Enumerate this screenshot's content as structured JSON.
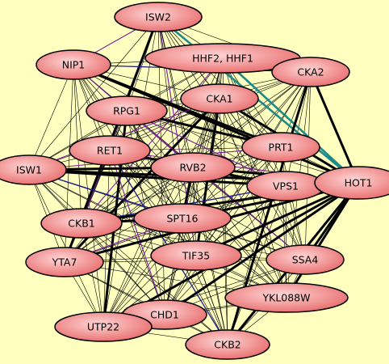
{
  "graph": {
    "background_color": "#ffffc0",
    "node_fill_center": "#ffcccc",
    "node_fill_edge": "#e86a6a",
    "edge_colors": {
      "default": "#000000",
      "purple": "#7a1a9a",
      "blue": "#1a1a8a",
      "teal": "#1a8a8a"
    },
    "nodes": [
      {
        "id": "ISW2",
        "label": "ISW2"
      },
      {
        "id": "HHF",
        "label": "HHF2, HHF1"
      },
      {
        "id": "NIP1",
        "label": "NIP1"
      },
      {
        "id": "CKA2",
        "label": "CKA2"
      },
      {
        "id": "CKA1",
        "label": "CKA1"
      },
      {
        "id": "RPG1",
        "label": "RPG1"
      },
      {
        "id": "PRT1",
        "label": "PRT1"
      },
      {
        "id": "RET1",
        "label": "RET1"
      },
      {
        "id": "RVB2",
        "label": "RVB2"
      },
      {
        "id": "ISW1",
        "label": "ISW1"
      },
      {
        "id": "VPS1",
        "label": "VPS1"
      },
      {
        "id": "HOT1",
        "label": "HOT1"
      },
      {
        "id": "SPT16",
        "label": "SPT16"
      },
      {
        "id": "CKB1",
        "label": "CKB1"
      },
      {
        "id": "TIF35",
        "label": "TIF35"
      },
      {
        "id": "SSA4",
        "label": "SSA4"
      },
      {
        "id": "YTA7",
        "label": "YTA7"
      },
      {
        "id": "YKL088W",
        "label": "YKL088W"
      },
      {
        "id": "CHD1",
        "label": "CHD1"
      },
      {
        "id": "UTP22",
        "label": "UTP22"
      },
      {
        "id": "CKB2",
        "label": "CKB2"
      }
    ],
    "thick_edges": [
      [
        "HOT1",
        "CKA2"
      ],
      [
        "HOT1",
        "CKA1"
      ],
      [
        "HOT1",
        "RVB2"
      ],
      [
        "HOT1",
        "RET1"
      ],
      [
        "HOT1",
        "ISW1"
      ],
      [
        "HOT1",
        "SPT16"
      ],
      [
        "HOT1",
        "CKB1"
      ],
      [
        "HOT1",
        "TIF35"
      ],
      [
        "HOT1",
        "YTA7"
      ],
      [
        "HOT1",
        "CHD1"
      ],
      [
        "HOT1",
        "UTP22"
      ],
      [
        "HOT1",
        "CKB2"
      ],
      [
        "HOT1",
        "SSA4"
      ],
      [
        "HOT1",
        "YKL088W"
      ],
      [
        "HOT1",
        "NIP1"
      ],
      [
        "HOT1",
        "VPS1"
      ],
      [
        "ISW1",
        "RVB2"
      ],
      [
        "ISW1",
        "VPS1"
      ],
      [
        "NIP1",
        "PRT1"
      ],
      [
        "RPG1",
        "PRT1"
      ],
      [
        "RET1",
        "VPS1"
      ],
      [
        "CKB1",
        "SPT16"
      ],
      [
        "SPT16",
        "RVB2"
      ],
      [
        "CKA2",
        "CKB2"
      ],
      [
        "ISW2",
        "YTA7"
      ],
      [
        "RPG1",
        "UTP22"
      ],
      [
        "CKA1",
        "TIF35"
      ],
      [
        "YTA7",
        "CKA1"
      ]
    ],
    "purple_edges": [
      [
        "ISW2",
        "NIP1"
      ],
      [
        "ISW2",
        "CKB1"
      ],
      [
        "NIP1",
        "RVB2"
      ],
      [
        "ISW1",
        "CKA1"
      ],
      [
        "RPG1",
        "VPS1"
      ],
      [
        "RET1",
        "HOT1"
      ],
      [
        "CKB1",
        "HHF"
      ],
      [
        "TIF35",
        "ISW2"
      ],
      [
        "SSA4",
        "RPG1"
      ],
      [
        "CHD1",
        "RET1"
      ],
      [
        "PRT1",
        "ISW1"
      ],
      [
        "YTA7",
        "SPT16"
      ]
    ],
    "blue_edges": [
      [
        "NIP1",
        "CKA2"
      ],
      [
        "ISW1",
        "SPT16"
      ],
      [
        "CKB1",
        "VPS1"
      ],
      [
        "RET1",
        "CKB2"
      ]
    ],
    "teal_edges": [
      [
        "ISW2",
        "HOT1"
      ],
      [
        "HHF",
        "HOT1"
      ]
    ]
  }
}
